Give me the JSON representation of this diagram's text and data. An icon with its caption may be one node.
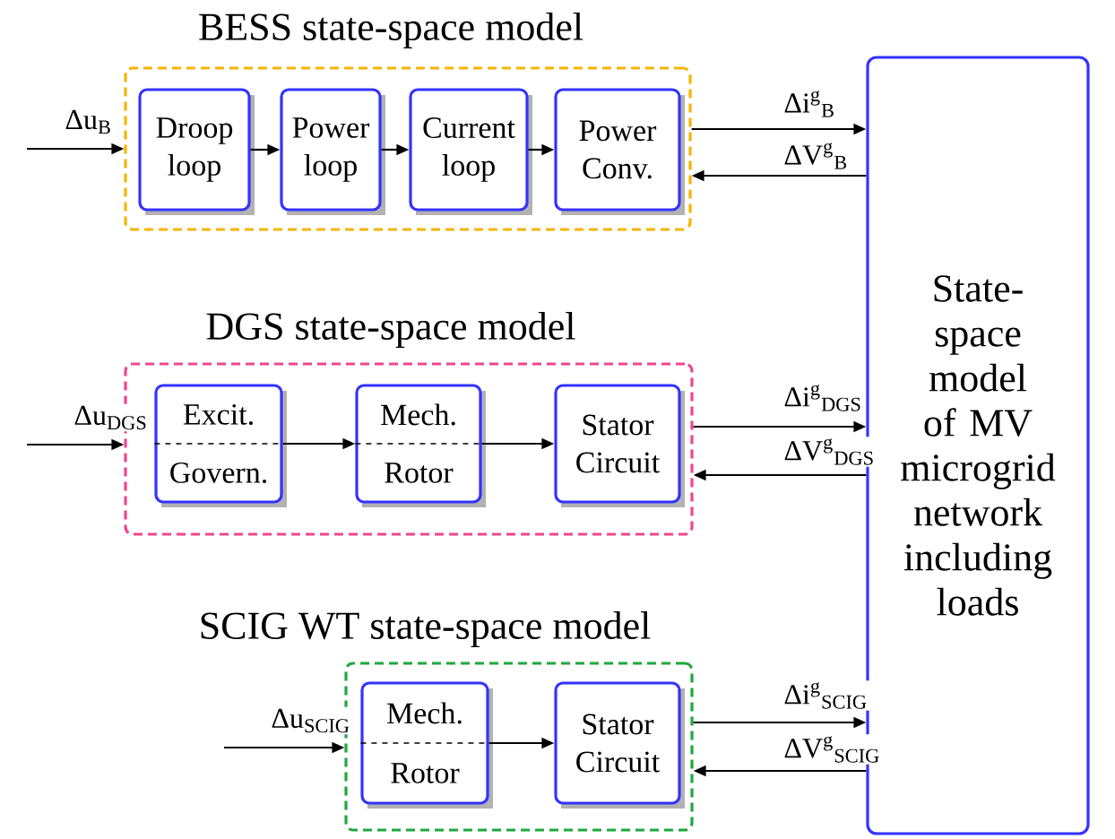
{
  "diagram": {
    "nodes": [
      {
        "text": [
          "BESS state-space model"
        ]
      },
      {
        "text": [
          "Droop loop"
        ],
        "in": 0
      },
      {
        "text": [
          "Power loop"
        ],
        "in": 0
      },
      {
        "text": [
          "Current loop"
        ],
        "in": 0
      },
      {
        "text": [
          "Power Conv."
        ],
        "in": 0
      },
      {
        "text": [
          "DGS state-space model"
        ]
      },
      {
        "text": [
          "Excit.",
          "Govern."
        ],
        "in": 5
      },
      {
        "text": [
          "Mech.",
          "Rotor"
        ],
        "in": 5
      },
      {
        "text": [
          "Stator Circuit"
        ],
        "in": 5
      },
      {
        "text": [
          "SCIG  WT state-space model"
        ]
      },
      {
        "text": [
          "Mech.",
          "Rotor"
        ],
        "in": 9
      },
      {
        "text": [
          "Stator Circuit"
        ],
        "in": 9
      },
      {
        "text": [
          "State-space model of MV microgrid network including loads"
        ]
      }
    ],
    "edges": [
      {
        "from": null,
        "to": 0,
        "arrow": "to",
        "label": "Δu$_{B}$"
      },
      {
        "from": 1,
        "to": 2,
        "arrow": "to"
      },
      {
        "from": 2,
        "to": 3,
        "arrow": "to"
      },
      {
        "from": 3,
        "to": 4,
        "arrow": "to"
      },
      {
        "from": 0,
        "to": 12,
        "arrow": "to",
        "label": "Δi$^{g}$$_{B}$"
      },
      {
        "from": 12,
        "to": 0,
        "arrow": "to",
        "label": "ΔV$^{g}$$_{B}$"
      },
      {
        "from": null,
        "to": 5,
        "arrow": "to",
        "label": "Δu$_{DGS}$"
      },
      {
        "from": 6,
        "to": 7,
        "arrow": "to"
      },
      {
        "from": 7,
        "to": 8,
        "arrow": "to"
      },
      {
        "from": 5,
        "to": 12,
        "arrow": "to",
        "label": "Δi$^{g}$$_{DGS}$"
      },
      {
        "from": 12,
        "to": 5,
        "arrow": "to",
        "label": "ΔV$^{g}$$_{DGS}$"
      },
      {
        "from": null,
        "to": 9,
        "arrow": "to",
        "label": "Δu$_{SCIG}$"
      },
      {
        "from": 10,
        "to": 11,
        "arrow": "to"
      },
      {
        "from": 9,
        "to": 12,
        "arrow": "to",
        "label": "Δi$^{g}$$_{SCIG}$"
      },
      {
        "from": 12,
        "to": 9,
        "arrow": "to",
        "label": "ΔV$^{g}$$_{SCIG}$"
      }
    ]
  }
}
